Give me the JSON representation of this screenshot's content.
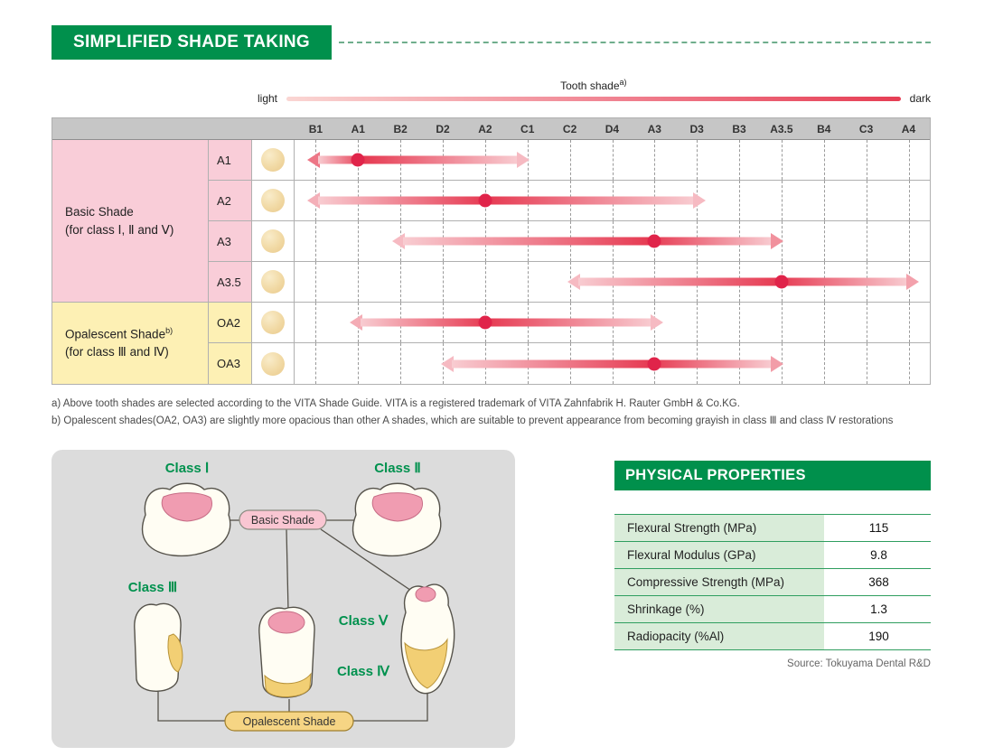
{
  "page": {
    "title": "SIMPLIFIED SHADE TAKING",
    "footnotes": [
      "a) Above tooth shades are selected according to the VITA Shade Guide. VITA is a registered trademark of VITA Zahnfabrik H. Rauter GmbH & Co.KG.",
      "b) Opalescent shades(OA2, OA3) are slightly more opacious than other A shades, which are suitable to prevent appearance from becoming grayish in class Ⅲ and class Ⅳ restorations"
    ]
  },
  "chart_data": {
    "type": "range-arrows",
    "title": "Tooth shade",
    "title_superscript": "a)",
    "left_label": "light",
    "right_label": "dark",
    "columns": [
      "B1",
      "A1",
      "B2",
      "D2",
      "A2",
      "C1",
      "C2",
      "D4",
      "A3",
      "D3",
      "B3",
      "A3.5",
      "B4",
      "C3",
      "A4"
    ],
    "colors": {
      "arrow_light": "#f8ccd1",
      "arrow_red": "#e63a52",
      "dot": "#e0244a"
    },
    "groups": [
      {
        "label": "Basic Shade",
        "label_superscript": "",
        "sublabel": "(for class Ⅰ, Ⅱ and Ⅴ)",
        "color": "#f9cdd8",
        "rows": [
          "A1",
          "A2",
          "A3",
          "A3.5"
        ]
      },
      {
        "label": "Opalescent Shade",
        "label_superscript": "b)",
        "sublabel": "(for class Ⅲ and Ⅳ)",
        "color": "#fdf0b4",
        "rows": [
          "OA2",
          "OA3"
        ]
      }
    ],
    "rows": [
      {
        "shade": "A1",
        "range_start": "B1",
        "range_end": "C1",
        "dot": "A1",
        "start_unit": 0.3,
        "end_unit": 5.55,
        "dot_unit": 1.5
      },
      {
        "shade": "A2",
        "range_start": "B1",
        "range_end": "D3",
        "dot": "A2",
        "start_unit": 0.3,
        "end_unit": 9.7,
        "dot_unit": 4.5
      },
      {
        "shade": "A3",
        "range_start": "B2",
        "range_end": "A3.5",
        "dot": "A3",
        "start_unit": 2.3,
        "end_unit": 11.55,
        "dot_unit": 8.5
      },
      {
        "shade": "A3.5",
        "range_start": "C2",
        "range_end": "A4",
        "dot": "A3.5",
        "start_unit": 6.45,
        "end_unit": 14.75,
        "dot_unit": 11.5
      },
      {
        "shade": "OA2",
        "range_start": "A1",
        "range_end": "A3",
        "dot": "A2",
        "start_unit": 1.3,
        "end_unit": 8.7,
        "dot_unit": 4.5
      },
      {
        "shade": "OA3",
        "range_start": "D2",
        "range_end": "A3.5",
        "dot": "A3",
        "start_unit": 3.45,
        "end_unit": 11.55,
        "dot_unit": 8.5
      }
    ]
  },
  "diagram": {
    "class1": "Class Ⅰ",
    "class2": "Class Ⅱ",
    "class3": "Class Ⅲ",
    "class4": "Class Ⅳ",
    "class5": "Class Ⅴ",
    "basic_pill": "Basic Shade",
    "opalescent_pill": "Opalescent Shade"
  },
  "physical_properties": {
    "title": "PHYSICAL PROPERTIES",
    "rows": [
      {
        "name": "Flexural Strength (MPa)",
        "value": "115"
      },
      {
        "name": "Flexural Modulus (GPa)",
        "value": "9.8"
      },
      {
        "name": "Compressive Strength (MPa)",
        "value": "368"
      },
      {
        "name": "Shrinkage (%)",
        "value": "1.3"
      },
      {
        "name": "Radiopacity (%Al)",
        "value": "190"
      }
    ],
    "source": "Source: Tokuyama Dental R&D"
  }
}
